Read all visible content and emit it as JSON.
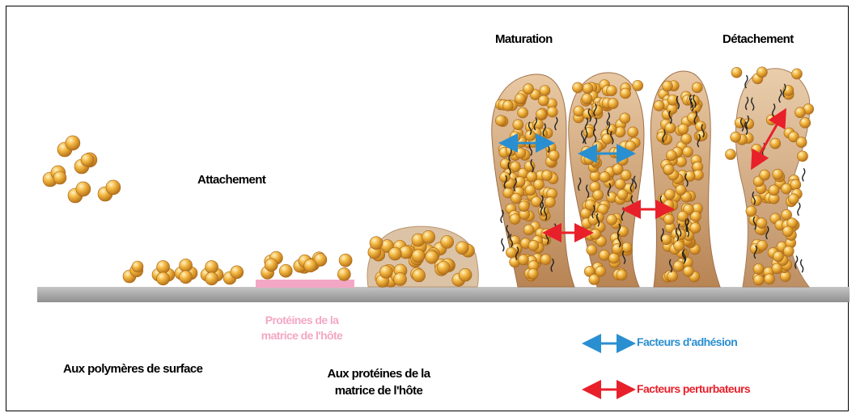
{
  "labels": {
    "maturation": "Maturation",
    "detachement": "Détachement",
    "attachement": "Attachement",
    "host_proteins_line1": "Protéines de la",
    "host_proteins_line2": "matrice de l'hôte",
    "surface_polymers": "Aux polymères de surface",
    "matrix_proteins_line1": "Aux protéines de la",
    "matrix_proteins_line2": "matrice de l'hôte"
  },
  "legend": {
    "adhesion": {
      "label": "Facteurs d'adhésion",
      "color": "#2a8fd0"
    },
    "perturbateurs": {
      "label": "Facteurs perturbateurs",
      "color": "#e8202a"
    }
  },
  "colors": {
    "surface": "#a9a9a9",
    "cell": "#e8a535",
    "matrix": "#c9986a",
    "host_protein_layer": "#f4a7c4"
  },
  "icons": {
    "bacteria": "bacteria-cluster-icon",
    "arrow": "double-arrow-icon"
  }
}
